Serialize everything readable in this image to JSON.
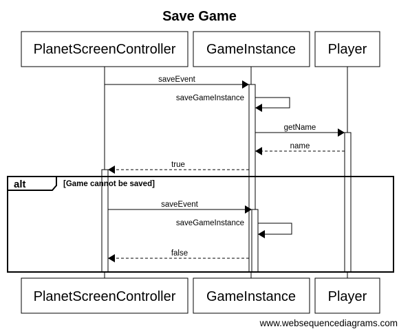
{
  "title": "Save Game",
  "participants": [
    {
      "id": "psc",
      "label": "PlanetScreenController"
    },
    {
      "id": "gi",
      "label": "GameInstance"
    },
    {
      "id": "player",
      "label": "Player"
    }
  ],
  "messages": [
    {
      "label": "saveEvent",
      "from": "psc",
      "to": "gi",
      "kind": "sync"
    },
    {
      "label": "saveGameInstance",
      "from": "gi",
      "to": "gi",
      "kind": "self"
    },
    {
      "label": "getName",
      "from": "gi",
      "to": "player",
      "kind": "sync"
    },
    {
      "label": "name",
      "from": "player",
      "to": "gi",
      "kind": "return"
    },
    {
      "label": "true",
      "from": "gi",
      "to": "psc",
      "kind": "return"
    },
    {
      "label": "saveEvent",
      "from": "psc",
      "to": "gi",
      "kind": "sync"
    },
    {
      "label": "saveGameInstance",
      "from": "gi",
      "to": "gi",
      "kind": "self"
    },
    {
      "label": "false",
      "from": "gi",
      "to": "psc",
      "kind": "return"
    }
  ],
  "alt_frame": {
    "operator": "alt",
    "guard": "[Game cannot be saved]"
  },
  "footer": "www.websequencediagrams.com",
  "colors": {
    "line": "#000000",
    "background": "#ffffff"
  }
}
